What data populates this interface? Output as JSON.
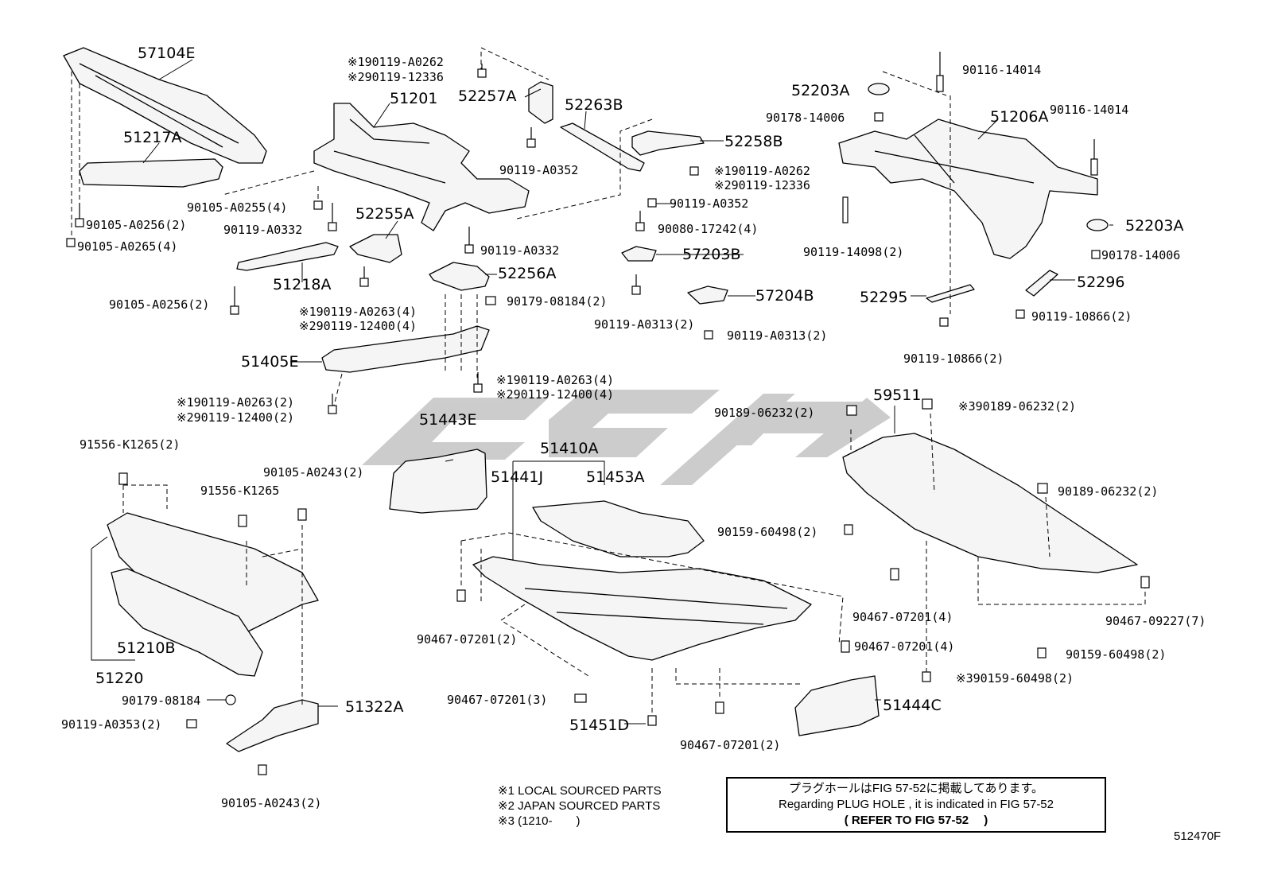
{
  "part_labels": {
    "p57104E": "57104E",
    "p51217A": "51217A",
    "p90105_A0255": "90105-A0255(4)",
    "p90105_A0256_a": "90105-A0256(2)",
    "p90105_A0265": "90105-A0265(4)",
    "p90119_A0332_a": "90119-A0332",
    "p51218A": "51218A",
    "p90105_A0256_b": "90105-A0256(2)",
    "p190119_A0262_a": "※190119-A0262",
    "p290119_12336_a": "※290119-12336",
    "p51201": "51201",
    "p52257A": "52257A",
    "p52263B": "52263B",
    "p90119_A0352_a": "90119-A0352",
    "p52255A": "52255A",
    "p90119_A0332_b": "90119-A0332",
    "p52256A": "52256A",
    "p90179_08184_a": "90179-08184(2)",
    "p190119_A0263_a": "※190119-A0263(4)",
    "p290119_12400_a": "※290119-12400(4)",
    "p51405E": "51405E",
    "p190119_A0263_b": "※190119-A0263(4)",
    "p290119_12400_b": "※290119-12400(4)",
    "p190119_A0263_c": "※190119-A0263(2)",
    "p290119_12400_c": "※290119-12400(2)",
    "p52258B": "52258B",
    "p190119_A0262_b": "※190119-A0262",
    "p290119_12336_b": "※290119-12336",
    "p90119_A0352_b": "90119-A0352",
    "p90080_17242": "90080-17242(4)",
    "p57203B": "57203B",
    "p90119_A0313_a": "90119-A0313(2)",
    "p57204B": "57204B",
    "p90119_A0313_b": "90119-A0313(2)",
    "p52203A_a": "52203A",
    "p90116_14014_a": "90116-14014",
    "p90178_14006_a": "90178-14006",
    "p51206A": "51206A",
    "p90116_14014_b": "90116-14014",
    "p90119_14098": "90119-14098(2)",
    "p52203A_b": "52203A",
    "p90178_14006_b": "90178-14006",
    "p52296": "52296",
    "p52295": "52295",
    "p90119_10866_a": "90119-10866(2)",
    "p90119_10866_b": "90119-10866(2)",
    "p91556_K1265_a": "91556-K1265(2)",
    "p90105_A0243_a": "90105-A0243(2)",
    "p91556_K1265_b": "91556-K1265",
    "p51210B": "51210B",
    "p51220": "51220",
    "p90179_08184_b": "90179-08184",
    "p90119_A0353": "90119-A0353(2)",
    "p51322A": "51322A",
    "p90105_A0243_b": "90105-A0243(2)",
    "p51443E": "51443E",
    "p51410A": "51410A",
    "p51441J": "51441J",
    "p51453A": "51453A",
    "p90467_07201_a": "90467-07201(2)",
    "p90467_07201_b": "90467-07201(3)",
    "p51451D": "51451D",
    "p90467_07201_c": "90467-07201(2)",
    "p90467_07201_d": "90467-07201(4)",
    "p90189_06232_a": "90189-06232(2)",
    "p59511": "59511",
    "p390189_06232": "※390189-06232(2)",
    "p90189_06232_b": "90189-06232(2)",
    "p90159_60498_a": "90159-60498(2)",
    "p90467_07201_e": "90467-07201(4)",
    "p90467_09227": "90467-09227(7)",
    "p90159_60498_b": "90159-60498(2)",
    "p390159_60498": "※390159-60498(2)",
    "p51444C": "51444C"
  },
  "notes": {
    "note1": "※1 LOCAL SOURCED PARTS",
    "note2": "※2 JAPAN SOURCED PARTS",
    "note3": "※3 (1210-　　)"
  },
  "plug_hole": {
    "jp": "プラグホールはFIG 57-52に掲載してあります。",
    "en": "Regarding PLUG HOLE , it is indicated in FIG 57-52",
    "ref": "( REFER TO FIG 57-52 　)"
  },
  "figure_code": "512470F",
  "colors": {
    "line": "#000000",
    "watermark": "#bdbdbd",
    "part_fill": "#f4f4f4"
  }
}
